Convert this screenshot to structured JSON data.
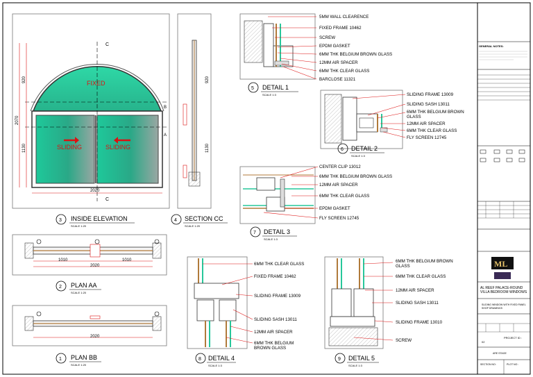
{
  "elevation": {
    "fixed_label": "FIXED",
    "sliding_left": "SLIDING",
    "sliding_right": "SLIDING",
    "dim_width": "2020",
    "dim_height": "2070",
    "dim_arch": "920",
    "dim_lower": "1130",
    "marker_c": "C",
    "marker_b": "B",
    "marker_a": "A",
    "num": "3",
    "title": "INSIDE ELEVATION",
    "scale": "SCALE 1:20"
  },
  "section_cc": {
    "num": "4",
    "title": "SECTION CC",
    "scale": "SCALE 1:20",
    "dim_top": "920",
    "dim_bottom": "1130"
  },
  "plan_aa": {
    "num": "2",
    "title": "PLAN AA",
    "scale": "SCALE 1:20",
    "dim_left": "1010",
    "dim_right": "1010",
    "dim_total": "2020"
  },
  "plan_bb": {
    "num": "1",
    "title": "PLAN BB",
    "scale": "SCALE 1:20",
    "dim_total": "2020"
  },
  "detail1": {
    "num": "5",
    "title": "DETAIL 1",
    "scale": "SCALE 1:3",
    "labels": [
      "5MM WALL CLEARENCE",
      "FIXED FRAME 10462",
      "SCREW",
      "EPDM GASKET",
      "6MM THK BELGIUM BROWN GLASS",
      "12MM AIR SPACER",
      "6MM THK CLEAR GLASS",
      "BARCLOSE 11321"
    ]
  },
  "detail2": {
    "num": "6",
    "title": "DETAIL 2",
    "scale": "SCALE 1:3",
    "labels": [
      "SLIDING FRAME 13009",
      "SLIDING SASH 13011",
      "6MM THK BELGIUM BROWN",
      "GLASS",
      "12MM AIR SPACER",
      "6MM THK CLEAR GLASS",
      "FLY SCREEN 12745"
    ]
  },
  "detail3": {
    "num": "7",
    "title": "DETAIL 3",
    "scale": "SCALE 1:3",
    "labels": [
      "CENTER CLIP 13012",
      "6MM THK BELGIUM BROWN GLASS",
      "12MM AIR SPACER",
      "6MM THK CLEAR GLASS",
      "EPDM GASKET",
      "FLY SCREEN 12745"
    ]
  },
  "detail4": {
    "num": "8",
    "title": "DETAIL 4",
    "scale": "SCALE 1:3",
    "labels": [
      "6MM THK CLEAR GLASS",
      "FIXED FRAME 10462",
      "SLIDING FRAME 13009",
      "SLIDING SASH 13011",
      "12MM AIR SPACER",
      "6MM THK BELGIUM",
      "BROWN GLASS"
    ]
  },
  "detail5": {
    "num": "9",
    "title": "DETAIL 5",
    "scale": "SCALE 1:3",
    "labels": [
      "6MM THK BELGIUM BROWN",
      "GLASS",
      "6MM THK CLEAR GLASS",
      "12MM AIR SPACER",
      "SLIDING SASH 13011",
      "SLIDING FRAME 13010",
      "SCREW"
    ]
  },
  "titleblock": {
    "notes_heading": "GENERAL NOTES:",
    "project_line1": "AL REEF PALACE-ROUND",
    "project_line2": "VILLA BEDROOM WINDOWS",
    "drawing_line1": "SLIDING WINDOW WITH FIXED PANEL",
    "drawing_line2": "SHOP DRAWINGS",
    "logo_text": "ML",
    "project_no_label": "PROJECT ID :",
    "section_no_label": "SECTION NO:",
    "plot_no_label": "PLOT NO :",
    "sheet_no": "02",
    "approval": "ARE STAGE"
  },
  "colors": {
    "glass_green": "#27c79a",
    "red": "#d11111",
    "frame_brown": "#b07a3a"
  }
}
